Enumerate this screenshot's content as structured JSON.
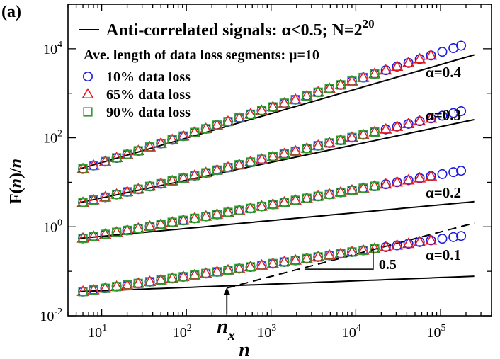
{
  "chart_data": {
    "type": "scatter",
    "panel_label": "(a)",
    "xscale": "log",
    "yscale": "log",
    "xlim": [
      4,
      400000
    ],
    "ylim": [
      0.01,
      100000
    ],
    "x_ticks": [
      {
        "value": 10,
        "base": "10",
        "exp": "1"
      },
      {
        "value": 100,
        "base": "10",
        "exp": "2"
      },
      {
        "value": 1000,
        "base": "10",
        "exp": "3"
      },
      {
        "value": 10000,
        "base": "10",
        "exp": "4"
      },
      {
        "value": 100000,
        "base": "10",
        "exp": "5"
      }
    ],
    "y_ticks": [
      {
        "value": 0.01,
        "base": "10",
        "exp": "-2"
      },
      {
        "value": 1,
        "base": "10",
        "exp": "0"
      },
      {
        "value": 100,
        "base": "10",
        "exp": "2"
      },
      {
        "value": 10000,
        "base": "10",
        "exp": "4"
      }
    ],
    "xlabel": "n",
    "ylabel": {
      "pre": "F(",
      "var": "n",
      "post": ")/",
      "var2": "n"
    },
    "legend": {
      "line_label": "Anti-correlated signals: α<0.5;  N=2",
      "line_label_exp": "20",
      "subtitle": "Ave. length of data loss segments: μ=10",
      "entries": [
        {
          "label": "10% data loss",
          "marker": "circle",
          "color": "#1a1ae6"
        },
        {
          "label": "65% data loss",
          "marker": "triangle",
          "color": "#e61a1a"
        },
        {
          "label": "90% data loss",
          "marker": "square",
          "color": "#339933"
        }
      ]
    },
    "alpha_labels": [
      {
        "text": "α=0.4",
        "x": 150000,
        "y": 2300
      },
      {
        "text": "α=0.3",
        "x": 150000,
        "y": 250
      },
      {
        "text": "α=0.2",
        "x": 150000,
        "y": 4.5
      },
      {
        "text": "α=0.1",
        "x": 150000,
        "y": 0.18
      }
    ],
    "lines": [
      {
        "alpha": "0.4",
        "style": "solid",
        "x0": 5.5,
        "y0": 20,
        "exponent": 0.55,
        "x_end": 250000
      },
      {
        "alpha": "0.3",
        "style": "solid",
        "x0": 5.5,
        "y0": 3.5,
        "exponent": 0.4,
        "x_end": 250000
      },
      {
        "alpha": "0.2",
        "style": "solid",
        "x0": 5.5,
        "y0": 0.55,
        "exponent": 0.177,
        "x_end": 250000
      },
      {
        "alpha": "0.1",
        "style": "solid",
        "x0": 5.5,
        "y0": 0.035,
        "exponent": 0.074,
        "x_end": 250000
      },
      {
        "alpha": "slope-0.5",
        "style": "dashed",
        "x0": 300,
        "y0": 0.042,
        "exponent": 0.5,
        "x_end": 250000
      }
    ],
    "slope_annotation": {
      "text": "0.5",
      "x": 10500,
      "y": 0.12
    },
    "crossover_annotation": {
      "text": "n",
      "sub": "x",
      "x": 300
    },
    "x_points": [
      6,
      8,
      11,
      15,
      20,
      27,
      37,
      50,
      68,
      92,
      125,
      170,
      230,
      310,
      420,
      570,
      775,
      1050,
      1430,
      1940,
      2640,
      3590,
      4880,
      6630,
      9010,
      12250,
      16650,
      22600,
      30700,
      41800,
      56800,
      77200,
      105000,
      142000,
      175000
    ],
    "series": [
      {
        "name": "10% data loss",
        "marker": "circle",
        "color": "#1a1ae6",
        "offsets": [
          {
            "c": 20,
            "ex": 0.62,
            "xmax": 180000
          },
          {
            "c": 3.5,
            "ex": 0.46,
            "xmax": 180000
          },
          {
            "c": 0.55,
            "ex": 0.34,
            "xmax": 180000
          },
          {
            "c": 0.035,
            "ex": 0.28,
            "xmax": 180000
          }
        ]
      },
      {
        "name": "65% data loss",
        "marker": "triangle",
        "color": "#e61a1a",
        "offsets": [
          {
            "c": 20,
            "ex": 0.62,
            "xmax": 90000
          },
          {
            "c": 3.5,
            "ex": 0.46,
            "xmax": 90000
          },
          {
            "c": 0.55,
            "ex": 0.34,
            "xmax": 90000
          },
          {
            "c": 0.035,
            "ex": 0.28,
            "xmax": 90000
          }
        ]
      },
      {
        "name": "90% data loss",
        "marker": "square",
        "color": "#339933",
        "offsets": [
          {
            "c": 20,
            "ex": 0.62,
            "xmax": 22000
          },
          {
            "c": 3.5,
            "ex": 0.46,
            "xmax": 22000
          },
          {
            "c": 0.55,
            "ex": 0.34,
            "xmax": 22000
          },
          {
            "c": 0.035,
            "ex": 0.28,
            "xmax": 22000
          }
        ]
      }
    ]
  }
}
